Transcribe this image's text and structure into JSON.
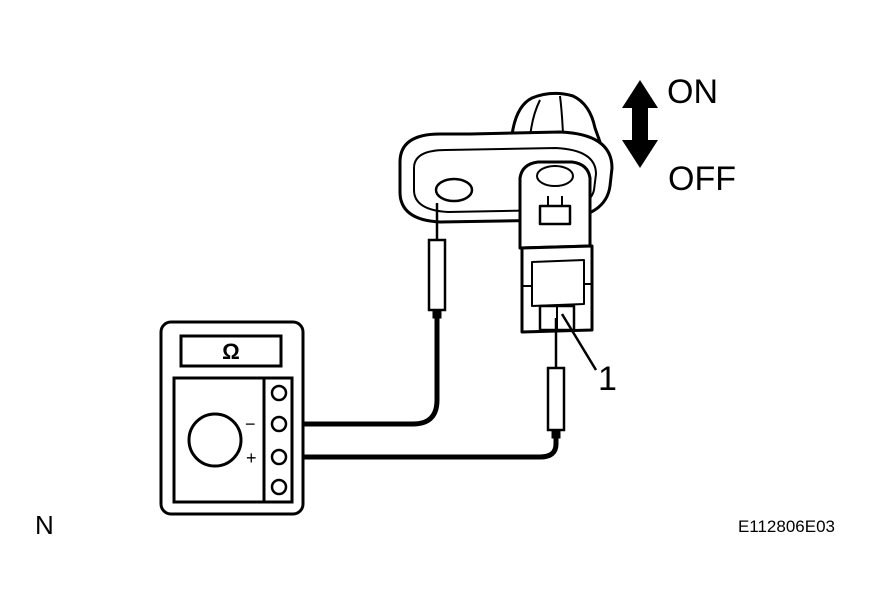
{
  "switch": {
    "on_label": "ON",
    "off_label": "OFF",
    "terminal_callout": "1"
  },
  "meter": {
    "display_symbol": "Ω",
    "minus_symbol": "−",
    "plus_symbol": "+"
  },
  "corner_label": "N",
  "figure_code": "E112806E03"
}
